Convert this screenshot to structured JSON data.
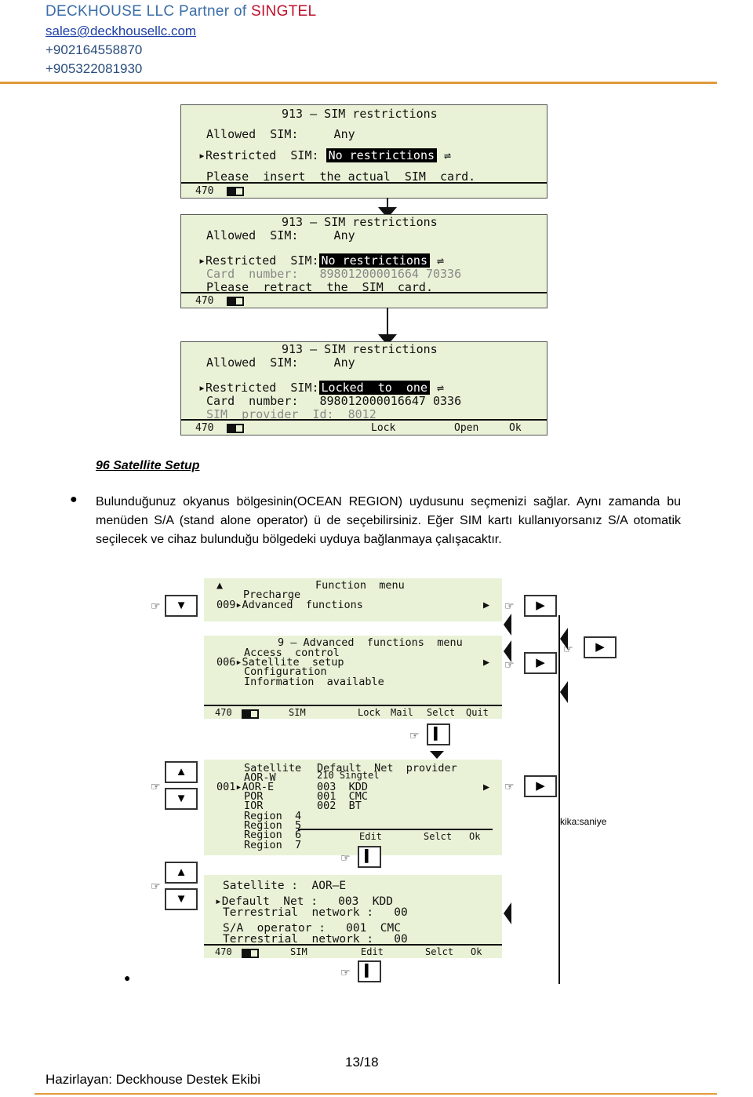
{
  "header": {
    "company": "DECKHOUSE LLC Partner of",
    "partner": "SINGTEL",
    "email": "sales@deckhousellc.com",
    "phone1": "+902164558870",
    "phone2": "+905322081930"
  },
  "screen1": {
    "title": "913 – SIM restrictions",
    "allowed": "Allowed  SIM:     Any",
    "restricted_label": "Restricted  SIM:",
    "restricted_value": "No restrictions",
    "msg": "Please  insert  the actual  SIM  card.",
    "status_num": "470"
  },
  "screen2": {
    "title": "913 – SIM restrictions",
    "allowed": "Allowed  SIM:     Any",
    "restricted_label": "Restricted  SIM:",
    "restricted_value": "No restrictions",
    "card": "Card  number:   89801200001664 70336",
    "msg": "Please  retract  the  SIM  card.",
    "status_num": "470"
  },
  "screen3": {
    "title": "913 – SIM restrictions",
    "allowed": "Allowed  SIM:     Any",
    "restricted_label": "Restricted  SIM:",
    "restricted_value": "Locked  to  one",
    "card": "Card  number:   898012000016647 0336",
    "provider": "SIM  provider  Id:  8012",
    "status_num": "470",
    "soft1": "Lock",
    "soft2": "Open",
    "soft3": "Ok"
  },
  "section": {
    "title": "96 Satellite Setup",
    "text": "Bulunduğunuz okyanus bölgesinin(OCEAN REGION) uydusunu seçmenizi sağlar. Aynı zamanda bu menüden S/A (stand alone operator) ü de seçebilirsiniz. Eğer SIM kartı kullanıyorsanız S/A otomatik seçilecek ve cihaz bulunduğu bölgedeki uyduya bağlanmaya çalışacaktır."
  },
  "menu1": {
    "title": "Function  menu",
    "line1": "Precharge",
    "line2": "009▸Advanced  functions"
  },
  "menu2": {
    "title": "9 – Advanced  functions  menu",
    "items": [
      "Access  control",
      "006▸Satellite  setup",
      "Configuration",
      "Information  available"
    ],
    "status": [
      "470",
      "SIM",
      "Lock",
      "Mail",
      "Selct",
      "Quit"
    ]
  },
  "menu3": {
    "col1_header": "Satellite",
    "col2_header": "Default  Net  provider",
    "rows": [
      [
        "AOR-W",
        "210 Singtel"
      ],
      [
        "001▸AOR-E",
        "003  KDD"
      ],
      [
        "POR",
        "001  CMC"
      ],
      [
        "IOR",
        "002  BT"
      ],
      [
        "Region  4",
        ""
      ],
      [
        "Region  5",
        ""
      ],
      [
        "Region  6",
        ""
      ],
      [
        "Region  7",
        ""
      ]
    ],
    "status": [
      "Edit",
      "Selct",
      "Ok"
    ]
  },
  "menu4": {
    "line1": "Satellite :  AOR–E",
    "line2": "▸Default  Net :   003  KDD",
    "line3": "Terrestrial  network :   00",
    "line4": "S/A  operator :   001  CMC",
    "line5": "Terrestrial  network :   00",
    "status": [
      "470",
      "SIM",
      "Edit",
      "Selct",
      "Ok"
    ]
  },
  "note": "kika:saniye",
  "footer": {
    "page": "13/18",
    "author": "Hazirlayan: Deckhouse Destek Ekibi"
  }
}
